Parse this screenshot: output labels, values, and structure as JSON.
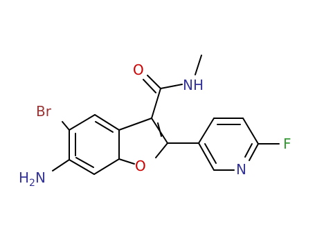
{
  "atoms": {
    "br": {
      "text": "Br",
      "color": "#993333"
    },
    "nh2": {
      "text": "H2N",
      "color": "#333399"
    },
    "o_ring": {
      "text": "O",
      "color": "#cc0000"
    },
    "o_carbonyl": {
      "text": "O",
      "color": "#cc0000"
    },
    "nh": {
      "text": "NH",
      "color": "#333399"
    },
    "n_pyr": {
      "text": "N",
      "color": "#333399"
    },
    "f": {
      "text": "F",
      "color": "#339933"
    }
  }
}
